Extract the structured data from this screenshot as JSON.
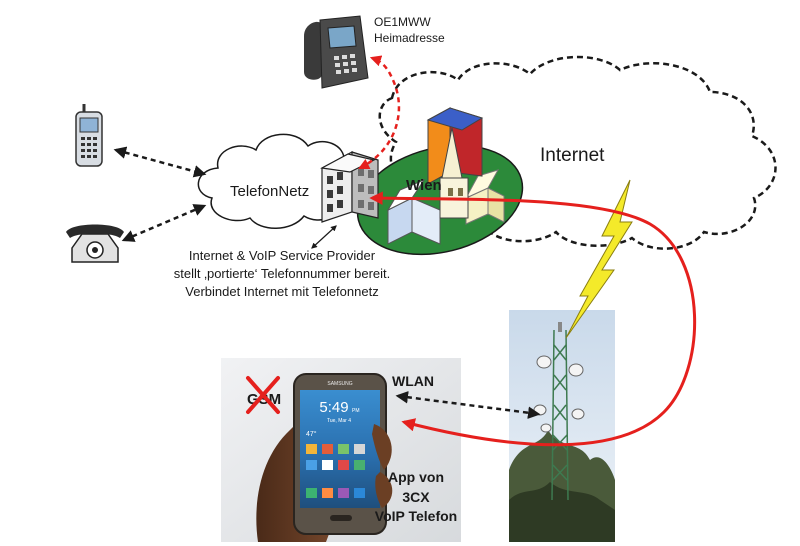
{
  "internet": {
    "label": "Internet"
  },
  "telephone_network": {
    "label": "TelefonNetz"
  },
  "city": {
    "label": "Wien"
  },
  "home_phone": {
    "line1": "OE1MWW",
    "line2": "Heimadresse"
  },
  "provider": {
    "line1": "Internet & VoIP Service Provider",
    "line2": "stellt ‚portierte‘ Telefonnummer bereit.",
    "line3": "Verbindet Internet mit Telefonnetz"
  },
  "smartphone": {
    "gsm_label": "GSM",
    "wlan_label": "WLAN",
    "app_line1": "App von",
    "app_line2": "3CX",
    "app_line3": "VoIP Telefon",
    "brand": "SAMSUNG",
    "clock": "5:49",
    "clock_suffix": "PM",
    "date": "Tue, Mar 4",
    "temperature": "47°"
  },
  "icons": {
    "mobile": "mobile-phone-icon",
    "desk_phone": "desk-phone-icon",
    "ip_phone": "ip-phone-icon",
    "building": "provider-building-icon",
    "tower": "cell-tower-icon",
    "lightning": "wireless-lightning-icon"
  },
  "colors": {
    "accent_red": "#e5201d",
    "dark": "#1a1a1a",
    "lightning": "#f4ea2a"
  }
}
